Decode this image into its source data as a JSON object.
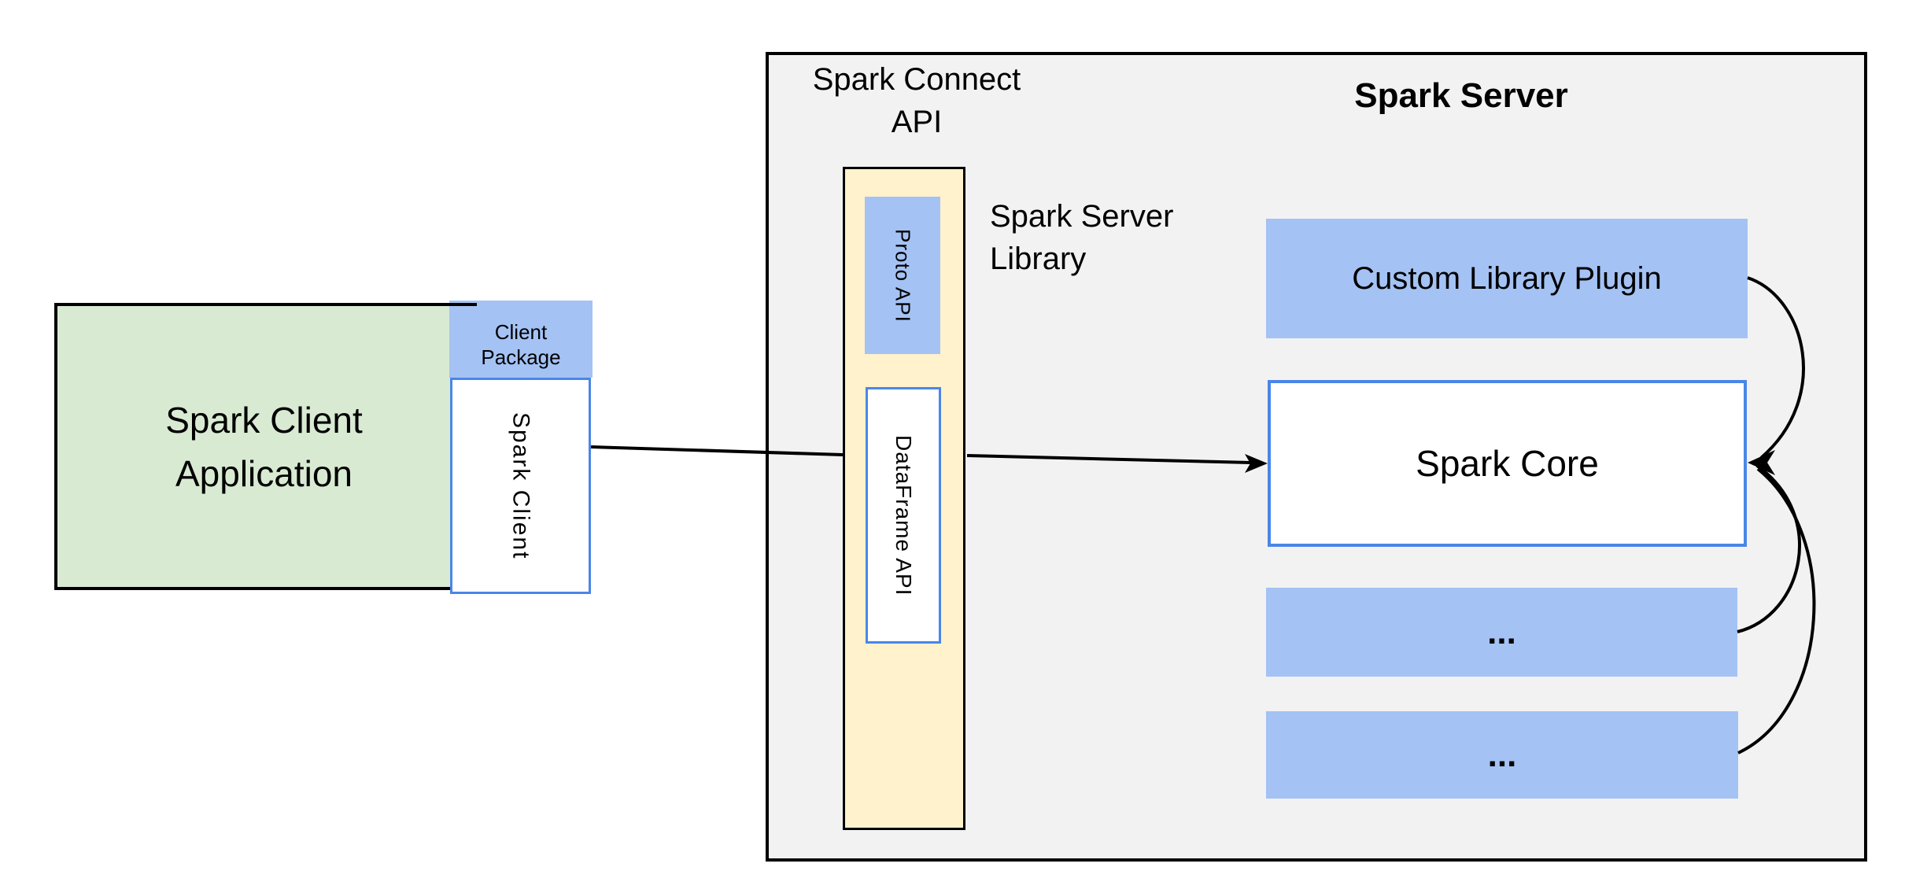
{
  "colors": {
    "canvas": "#ffffff",
    "panel_gray": "#f2f2f2",
    "green": "#d9ead3",
    "blue_fill": "#a4c2f4",
    "yellow": "#fff2cc",
    "blue_border": "#4a86e8",
    "line_black": "#000000"
  },
  "client": {
    "app_label": "Spark Client\nApplication",
    "package_label": "Client\nPackage",
    "spark_client_label": "Spark Client"
  },
  "connect": {
    "api_label": "Spark Connect\nAPI",
    "proto_label": "Proto API",
    "dataframe_label": "DataFrame API",
    "library_label": "Spark Server\nLibrary"
  },
  "server": {
    "title": "Spark Server",
    "plugin_label": "Custom Library Plugin",
    "core_label": "Spark Core",
    "more_1": "...",
    "more_2": "..."
  }
}
